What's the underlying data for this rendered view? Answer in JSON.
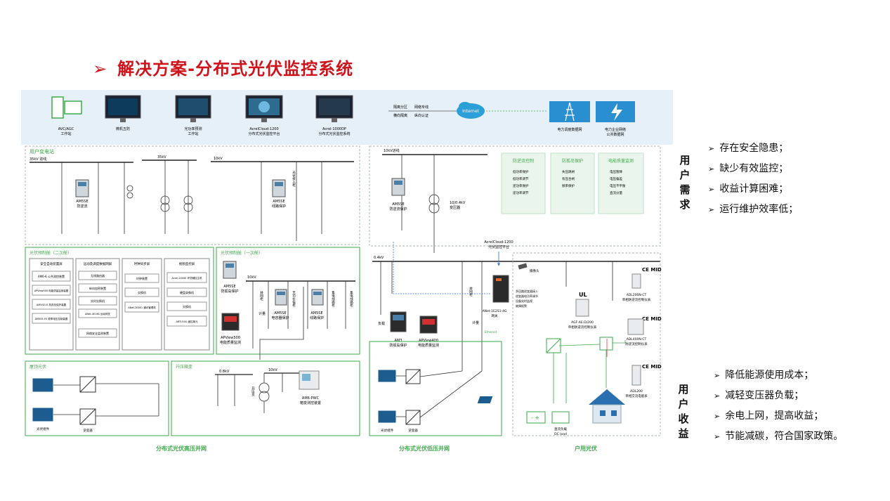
{
  "title": "解决方案-分布式光伏监控系统",
  "title_arrow": "➢",
  "top_row": {
    "stations": [
      {
        "label1": "AVC/AGC",
        "label2": "工作站"
      },
      {
        "label1": "微机五防",
        "label2": ""
      },
      {
        "label1": "光功率预测",
        "label2": "工作站"
      },
      {
        "label1": "AcrelCloud-1200",
        "label2": "分布式光伏监控平台"
      },
      {
        "label1": "Acrel-1000DP",
        "label2": "分布式光伏监控系统"
      }
    ],
    "network": [
      "隔离分区",
      "网络专线",
      "横向隔离",
      "纵向认证"
    ],
    "internet": "Internet",
    "dispatch": [
      "电力调度数据网"
    ],
    "enterprise": [
      "电力企业网络",
      "公共数据网"
    ]
  },
  "hv": {
    "title": "用户变电站",
    "bus35": "35kV 进线",
    "kv35": "35kV",
    "kv10": "10kV",
    "am5se_a": [
      "AM5SE",
      "防逆流"
    ],
    "am5se_b": [
      "AM5SE",
      "线路保护"
    ],
    "inlet": "光伏接入柜",
    "sec_title": "光伏预制舱（二次舱）",
    "sec_cols": [
      {
        "h": "安全自动装置屏",
        "items": [
          "AM6-K 公共测控装置",
          "APView500 电能质量监测装置",
          "AM5SE-IS 防孤岛保护装置",
          "AM5SE-FE 频率电压控制装置"
        ]
      },
      {
        "h": "远动及调度数据网屏",
        "items": [
          "无线路由器",
          "纵向加密装置",
          "实时交换机",
          "ANet-4E16S 远动网关",
          "网络安全监测装置"
        ]
      },
      {
        "h": "时钟同步屏",
        "items": [
          "时钟装置",
          "交换机",
          "ANet-2E8S1 通讯管理机"
        ]
      },
      {
        "h": "视频监控屏",
        "items": [
          "Acrel-2000E 环境辅控主机",
          "硬盘录像机",
          "交换机",
          "ARTU100 遥控单元"
        ]
      }
    ],
    "pri_title": "光伏预制舱（一次舱）",
    "am5se_c": [
      "AM5SE",
      "防孤岛保护"
    ],
    "apview": [
      "APView500",
      "电能质量监测"
    ],
    "am5se_d": [
      "AM5SE",
      "电容器保护"
    ],
    "am5se_e": [
      "AM5SE",
      "线路保护"
    ],
    "kv10b": "10kV",
    "cab_labels": [
      "并网柜",
      "无功补偿柜",
      "集电线路柜",
      "集电线路柜"
    ],
    "meter": "计量",
    "roof_title": "屋顶光伏",
    "pv_comp": "光伏组件",
    "inverter": "逆变器",
    "boost_title": "升压箱变",
    "kv08": "0.8kV",
    "kv10c": "10kV",
    "boost_tx": "升压变",
    "am6pwc": [
      "AM6-PWC",
      "箱变测控装置"
    ],
    "bottom": "分布式光伏高压并网"
  },
  "lv": {
    "kv10": "10kV进线",
    "am5se": [
      "AM5SE",
      "防逆流保护"
    ],
    "tx": [
      "10/0.4kV",
      "变压器"
    ],
    "cloud": [
      "AcrelCloud-1200",
      "光伏监控平台"
    ],
    "kv04": "0.4kV",
    "load": "负载",
    "camera": "摄像头",
    "gateway": [
      "ANet-1E2S1-4G",
      "网关"
    ],
    "gw_list": [
      "多回路逆变器接入",
      "逆变器电功率调节",
      "设备实时监视",
      "故障报警"
    ],
    "cab": "并网柜",
    "am3": [
      "AM3",
      "防孤岛保护"
    ],
    "apview": [
      "APView400",
      "电能质量监测"
    ],
    "meter": "计量",
    "ethernet": "Ethernet",
    "pv_comp": "光伏组件",
    "inverter": "逆变器",
    "bottom": "分布式光伏低压并网",
    "boxes": [
      {
        "title": "防逆流控制",
        "items": [
          "低功率保护",
          "低功率调节",
          "逆功率保护",
          "逆功率调节"
        ]
      },
      {
        "title": "防孤岛保护",
        "items": [
          "失压跳闸",
          "有压合闸",
          "频率保护"
        ]
      },
      {
        "title": "电能质量监测",
        "items": [
          "电压暂降",
          "电压偏差",
          "电压不平衡",
          "直流分量"
        ]
      }
    ]
  },
  "home": {
    "ce1": "CE MID",
    "adl200n": [
      "ADL200N-CT",
      "单相防逆流控制仪表"
    ],
    "ul": "UL",
    "agf": [
      "AGF-AE-D/200",
      "单相防逆流控制仪表"
    ],
    "ce2": "CE MID",
    "adl400n": [
      "ADL400N-CT",
      "防逆流控制仪表"
    ],
    "ce3": "CE MID",
    "adl200": [
      "ADL200",
      "单相交流电能表"
    ],
    "dc_load": [
      "直流负载",
      "DC load"
    ],
    "bottom": "户用光伏"
  },
  "needs": {
    "label": "用户需求",
    "items": [
      "存在安全隐患；",
      "缺少有效监控；",
      "收益计算困难；",
      "运行维护效率低；"
    ]
  },
  "benefits": {
    "label": "用户收益",
    "items": [
      "降低能源使用成本；",
      "减轻变压器负载；",
      "余电上网，提高收益；",
      "节能减碳，符合国家政策。"
    ]
  },
  "colors": {
    "title": "#d0121b",
    "green": "#3daa4a",
    "dashed": "#9ab39f",
    "blue": "#2a6fdb",
    "red": "#e03a3a"
  }
}
